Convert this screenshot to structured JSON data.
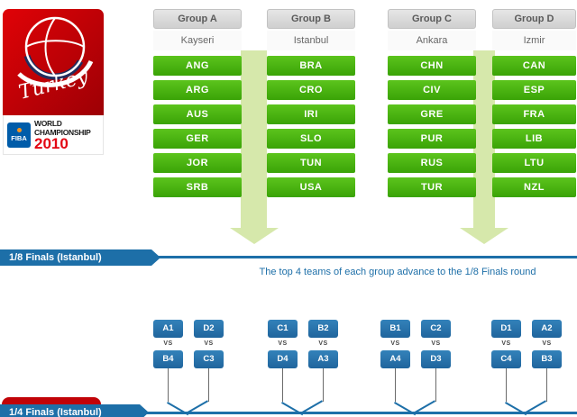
{
  "logo": {
    "country": "Turkey",
    "fiba": "FIBA",
    "world": "WORLD",
    "championship": "CHAMPIONSHIP",
    "year": "2010"
  },
  "groups": [
    {
      "name": "Group A",
      "city": "Kayseri",
      "teams": [
        "ANG",
        "ARG",
        "AUS",
        "GER",
        "JOR",
        "SRB"
      ]
    },
    {
      "name": "Group B",
      "city": "Istanbul",
      "teams": [
        "BRA",
        "CRO",
        "IRI",
        "SLO",
        "TUN",
        "USA"
      ]
    },
    {
      "name": "Group C",
      "city": "Ankara",
      "teams": [
        "CHN",
        "CIV",
        "GRE",
        "PUR",
        "RUS",
        "TUR"
      ]
    },
    {
      "name": "Group D",
      "city": "Izmir",
      "teams": [
        "CAN",
        "ESP",
        "FRA",
        "LIB",
        "LTU",
        "NZL"
      ]
    }
  ],
  "rounds": {
    "eighth": {
      "label": "1/8 Finals (Istanbul)",
      "note": "The top 4 teams of each group advance to the 1/8 Finals round"
    },
    "quarter": {
      "label": "1/4 Finals (Istanbul)"
    }
  },
  "vs_label": "VS",
  "matchups": [
    {
      "top": "A1",
      "bottom": "B4"
    },
    {
      "top": "D2",
      "bottom": "C3"
    },
    {
      "top": "C1",
      "bottom": "D4"
    },
    {
      "top": "B2",
      "bottom": "A3"
    },
    {
      "top": "B1",
      "bottom": "A4"
    },
    {
      "top": "C2",
      "bottom": "D3"
    },
    {
      "top": "D1",
      "bottom": "C4"
    },
    {
      "top": "A2",
      "bottom": "B3"
    }
  ],
  "colors": {
    "team_green": "#46b20e",
    "flow_light_green": "#d2e5a2",
    "round_blue": "#1d6fa8",
    "match_blue": "#2a71a8",
    "logo_red": "#c10308",
    "year_red": "#e30613"
  }
}
